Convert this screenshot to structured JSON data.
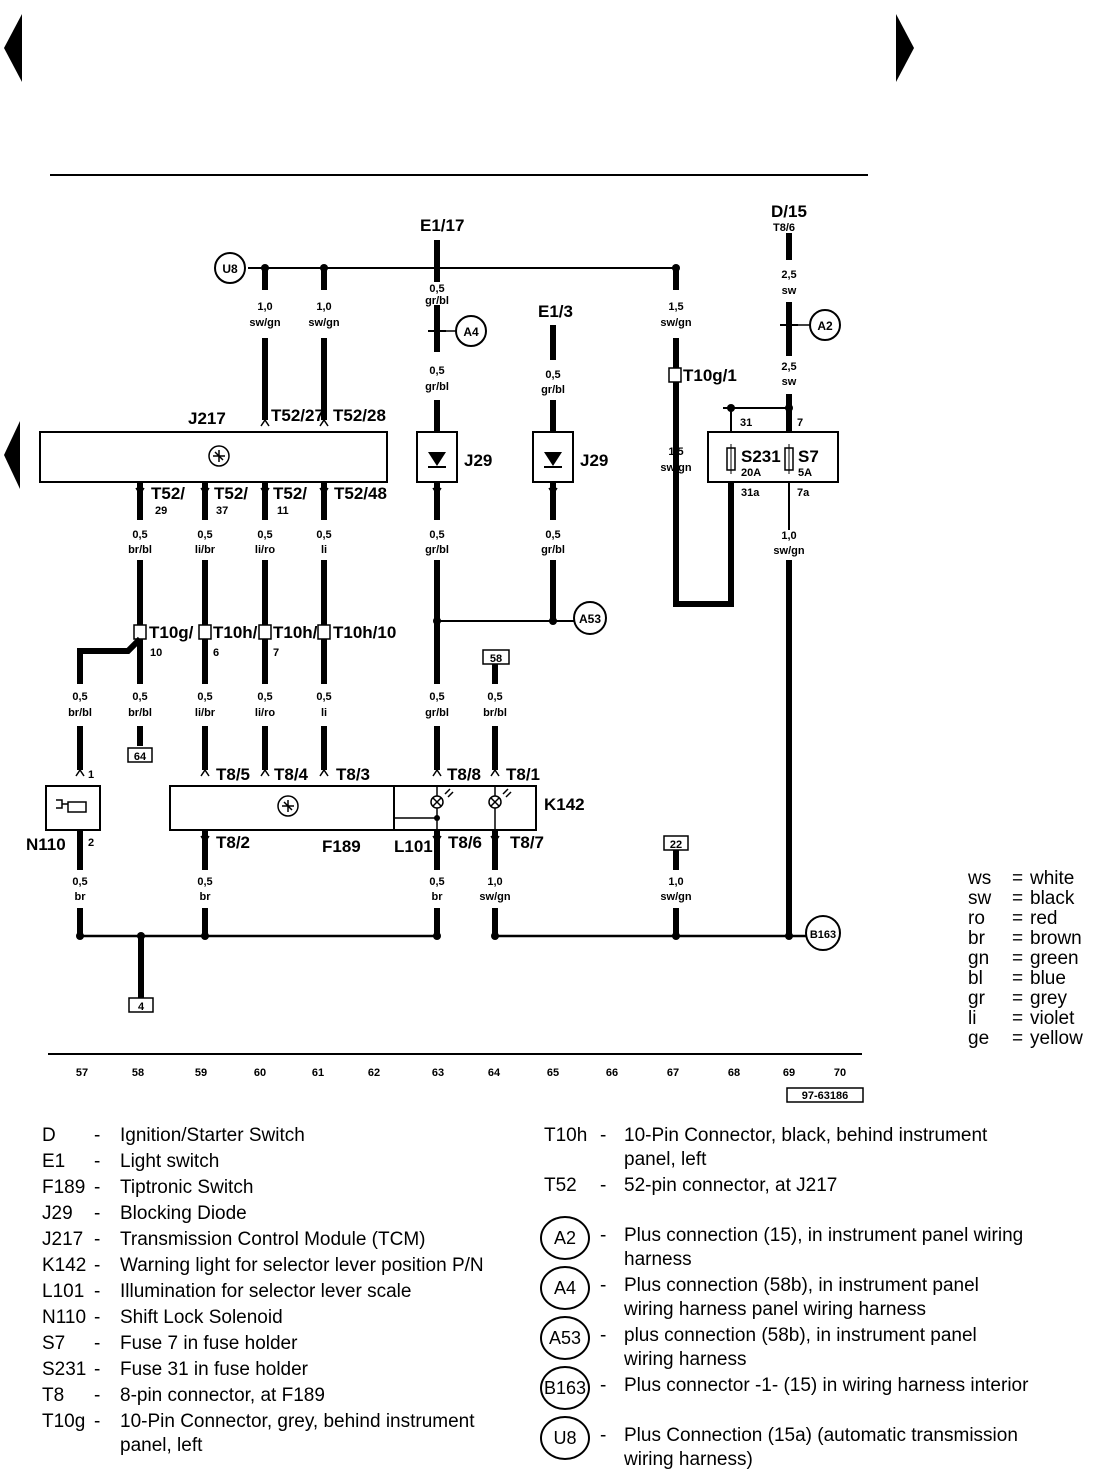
{
  "nav": {
    "prev": "previous page",
    "next": "next page"
  },
  "components": {
    "D15": "D/15",
    "T86": "T8/6",
    "E117": "E1/17",
    "E13": "E1/3",
    "J217": "J217",
    "J29a": "J29",
    "J29b": "J29",
    "F189": "F189",
    "K142": "K142",
    "L101": "L101",
    "N110": "N110",
    "S231": "S231",
    "S231_rating": "20A",
    "S7": "S7",
    "S7_rating": "5A",
    "T10g1": "T10g/1"
  },
  "connectors": {
    "T5227": "T52/27",
    "T5228": "T52/28",
    "T5229": "T52/",
    "T5229b": "29",
    "T5237": "T52/",
    "T5237b": "37",
    "T5211": "T52/",
    "T5211b": "11",
    "T5248": "T52/48",
    "T10g10": "T10g/",
    "T10g10b": "10",
    "T10h6": "T10h/",
    "T10h6b": "6",
    "T10h7": "T10h/",
    "T10h7b": "7",
    "T10h10": "T10h/10",
    "T85": "T8/5",
    "T84": "T8/4",
    "T83": "T8/3",
    "T88": "T8/8",
    "T81": "T8/1",
    "T82": "T8/2",
    "T86b": "T8/6",
    "T87": "T8/7",
    "pin31": "31",
    "pin7": "7",
    "pin31a": "31a",
    "pin7a": "7a",
    "pin1": "1",
    "pin2": "2"
  },
  "wires": {
    "w1": [
      "1,0",
      "sw/gn"
    ],
    "w2": [
      "1,0",
      "sw/gn"
    ],
    "w3": [
      "0,5",
      "gr/bl"
    ],
    "w4": [
      "1,5",
      "sw/gn"
    ],
    "w5": [
      "2,5",
      "sw"
    ],
    "w6": [
      "0,5",
      "gr/bl"
    ],
    "w7": [
      "0,5",
      "gr/bl"
    ],
    "w8": [
      "2,5",
      "sw"
    ],
    "w9": [
      "1,5",
      "sw/gn"
    ],
    "w10": [
      "0,5",
      "br/bl"
    ],
    "w11": [
      "0,5",
      "li/br"
    ],
    "w12": [
      "0,5",
      "li/ro"
    ],
    "w13": [
      "0,5",
      "li"
    ],
    "w14": [
      "0,5",
      "gr/bl"
    ],
    "w15": [
      "0,5",
      "gr/bl"
    ],
    "w16": [
      "1,0",
      "sw/gn"
    ],
    "w17": [
      "0,5",
      "br/bl"
    ],
    "w18": [
      "0,5",
      "br/bl"
    ],
    "w19": [
      "0,5",
      "li/br"
    ],
    "w20": [
      "0,5",
      "li/ro"
    ],
    "w21": [
      "0,5",
      "li"
    ],
    "w22": [
      "0,5",
      "gr/bl"
    ],
    "w23": [
      "0,5",
      "br/bl"
    ],
    "w24": [
      "0,5",
      "br"
    ],
    "w25": [
      "0,5",
      "br"
    ],
    "w26": [
      "0,5",
      "br"
    ],
    "w27": [
      "1,0",
      "sw/gn"
    ],
    "w28": [
      "1,0",
      "sw/gn"
    ]
  },
  "connection_points": {
    "U8": "U8",
    "A4": "A4",
    "A2": "A2",
    "A53": "A53",
    "B163": "B163"
  },
  "references": {
    "r64": "64",
    "r58": "58",
    "r22": "22",
    "r4": "4"
  },
  "current_tracks": [
    "57",
    "58",
    "59",
    "60",
    "61",
    "62",
    "63",
    "64",
    "65",
    "66",
    "67",
    "68",
    "69",
    "70"
  ],
  "image_number": "97-63186",
  "color_legend": [
    {
      "abbr": "ws",
      "color": "white"
    },
    {
      "abbr": "sw",
      "color": "black"
    },
    {
      "abbr": "ro",
      "color": "red"
    },
    {
      "abbr": "br",
      "color": "brown"
    },
    {
      "abbr": "gn",
      "color": "green"
    },
    {
      "abbr": "bl",
      "color": "blue"
    },
    {
      "abbr": "gr",
      "color": "grey"
    },
    {
      "abbr": "li",
      "color": "violet"
    },
    {
      "abbr": "ge",
      "color": "yellow"
    }
  ],
  "legend_eq": "=",
  "dash": "-",
  "key_left": [
    {
      "code": "D",
      "desc": "Ignition/Starter Switch"
    },
    {
      "code": "E1",
      "desc": "Light switch"
    },
    {
      "code": "F189",
      "desc": "Tiptronic Switch"
    },
    {
      "code": "J29",
      "desc": "Blocking Diode"
    },
    {
      "code": "J217",
      "desc": "Transmission Control Module (TCM)"
    },
    {
      "code": "K142",
      "desc": "Warning light for selector lever position P/N"
    },
    {
      "code": "L101",
      "desc": "Illumination for selector lever scale"
    },
    {
      "code": "N110",
      "desc": "Shift Lock Solenoid"
    },
    {
      "code": "S7",
      "desc": "Fuse 7 in fuse holder"
    },
    {
      "code": "S231",
      "desc": "Fuse 31 in fuse holder"
    },
    {
      "code": "T8",
      "desc": "8-pin connector, at F189"
    },
    {
      "code": "T10g",
      "desc": "10-Pin Connector, grey, behind instrument",
      "desc2": "panel, left"
    }
  ],
  "key_right": [
    {
      "code": "T10h",
      "desc": "10-Pin Connector, black, behind instrument",
      "desc2": "panel, left"
    },
    {
      "code": "T52",
      "desc": "52-pin connector, at J217"
    },
    {
      "code": "A2",
      "desc": "Plus connection (15), in instrument panel wiring",
      "desc2": "harness"
    },
    {
      "code": "A4",
      "desc": "Plus connection (58b), in instrument panel",
      "desc2": "wiring harness panel wiring harness"
    },
    {
      "code": "A53",
      "desc": "plus connection (58b), in instrument panel",
      "desc2": "wiring harness"
    },
    {
      "code": "B163",
      "desc": "Plus connector -1- (15) in wiring harness interior"
    },
    {
      "code": "U8",
      "desc": "Plus Connection (15a) (automatic transmission",
      "desc2": "wiring harness)"
    }
  ]
}
